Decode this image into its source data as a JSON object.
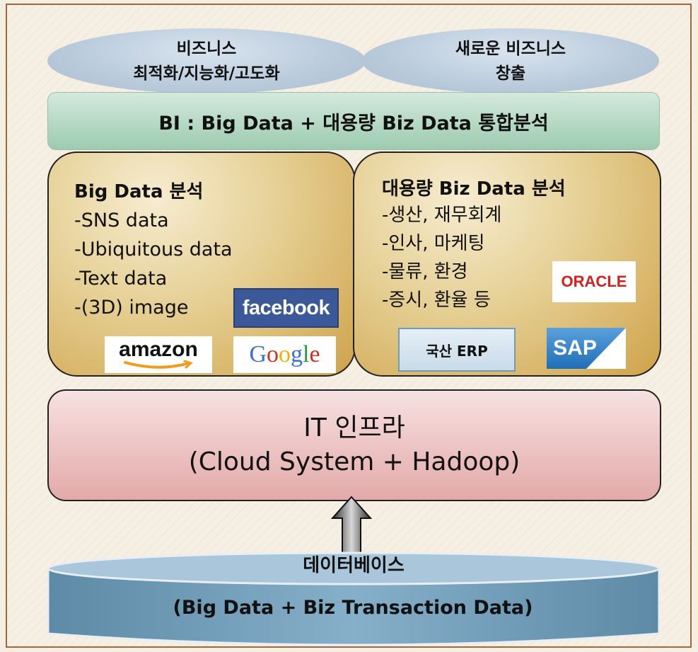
{
  "top": {
    "left_ellipse": [
      "비즈니스",
      "최적화/지능화/고도화"
    ],
    "right_ellipse": [
      "새로운 비즈니스",
      "창출"
    ]
  },
  "bi_bar": "BI : Big Data + 대용량 Biz Data 통합분석",
  "left_panel": {
    "title": "Big Data 분석",
    "items": [
      "-SNS data",
      "-Ubiquitous data",
      "-Text data",
      "-(3D) image"
    ],
    "logos": {
      "facebook": "facebook",
      "amazon": "amazon",
      "google": "Google"
    }
  },
  "right_panel": {
    "title": "대용량 Biz Data 분석",
    "items": [
      "-생산, 재무회계",
      "-인사, 마케팅",
      "-물류, 환경",
      "-증시, 환율 등"
    ],
    "logos": {
      "oracle": "ORACLE",
      "erp": "국산 ERP",
      "sap": "SAP"
    }
  },
  "infra": {
    "line1": "IT 인프라",
    "line2": "(Cloud System + Hadoop)"
  },
  "database": {
    "title": "데이터베이스",
    "subtitle": "(Big Data + Biz Transaction Data)"
  },
  "colors": {
    "border": "#a2673a",
    "facebook": "#3b5998",
    "oracle": "#d3201d",
    "sap": "#1f6fb8",
    "db_fill": "#6f9cb8"
  }
}
